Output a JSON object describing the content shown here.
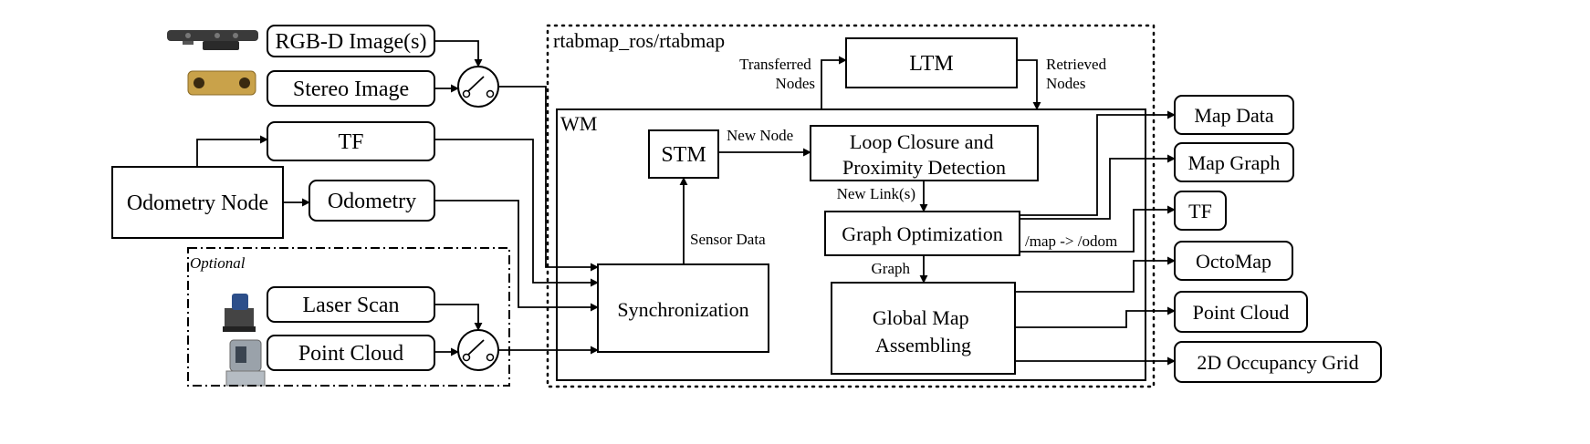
{
  "inputs": {
    "rgbd": "RGB-D Image(s)",
    "stereo": "Stereo Image",
    "tf": "TF",
    "odometry_node": "Odometry Node",
    "odometry": "Odometry",
    "optional": "Optional",
    "laser_scan": "Laser Scan",
    "point_cloud": "Point Cloud"
  },
  "node": {
    "title": "rtabmap_ros/rtabmap",
    "ltm": "LTM",
    "transferred": [
      "Transferred",
      "Nodes"
    ],
    "retrieved": [
      "Retrieved",
      "Nodes"
    ],
    "wm": "WM",
    "stm": "STM",
    "new_node": "New Node",
    "loop_closure": [
      "Loop Closure and",
      "Proximity Detection"
    ],
    "new_links": "New Link(s)",
    "graph_optimization": "Graph Optimization",
    "map_odom": "/map -> /odom",
    "graph": "Graph",
    "global_map": [
      "Global Map",
      "Assembling"
    ],
    "synchronization": "Synchronization",
    "sensor_data": "Sensor Data"
  },
  "outputs": {
    "map_data": "Map Data",
    "map_graph": "Map Graph",
    "tf": "TF",
    "octomap": "OctoMap",
    "point_cloud": "Point Cloud",
    "occupancy_grid": "2D Occupancy Grid"
  }
}
